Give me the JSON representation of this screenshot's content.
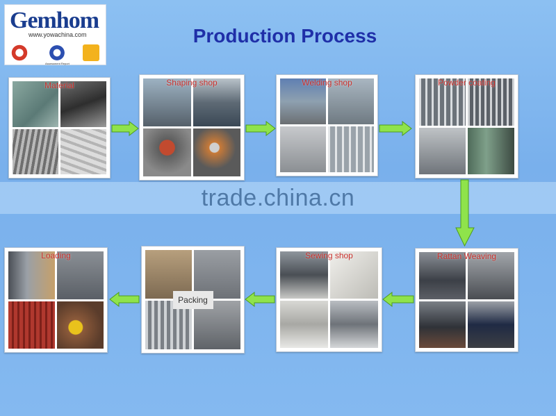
{
  "logo": {
    "brand": "Gemhom",
    "url": "www.yowachina.com",
    "cert_caption": "Assessment Report"
  },
  "title": "Production Process",
  "watermark": "trade.china.cn",
  "steps": [
    {
      "label": "Material"
    },
    {
      "label": "Shaping shop"
    },
    {
      "label": "Welding shop"
    },
    {
      "label": "Powder coating"
    },
    {
      "label": "Rattan Weaving"
    },
    {
      "label": "Sewing shop"
    },
    {
      "label": "Packing"
    },
    {
      "label": "Loading"
    }
  ],
  "colors": {
    "background": "#7fb6ee",
    "title": "#1f2fa8",
    "arrow": "#8fe34b",
    "label": "#c9302c"
  }
}
